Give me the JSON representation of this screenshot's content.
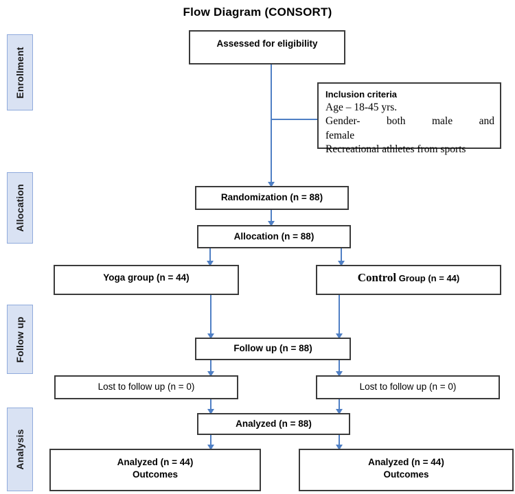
{
  "diagram": {
    "title": "Flow Diagram (CONSORT)",
    "phases": [
      {
        "label": "Enrollment"
      },
      {
        "label": "Allocation"
      },
      {
        "label": "Follow up"
      },
      {
        "label": "Analysis"
      }
    ],
    "nodes": {
      "assessed": "Assessed for eligibility",
      "randomization": "Randomization (n = 88)",
      "allocation": "Allocation (n = 88)",
      "yoga_group": "Yoga group (n = 44)",
      "control_group_strong": "Control",
      "control_group_rest": "Group (n = 44)",
      "follow_up": "Follow up (n = 88)",
      "lost_left": "Lost to follow up (n = 0)",
      "lost_right": "Lost to follow up (n = 0)",
      "analyzed_total": "Analyzed (n = 88)",
      "analyzed_left_line1": "Analyzed (n = 44)",
      "analyzed_left_line2": "Outcomes",
      "analyzed_right_line1": "Analyzed (n = 44)",
      "analyzed_right_line2": "Outcomes"
    },
    "inclusion_criteria": {
      "heading": "Inclusion criteria",
      "line1": "Age – 18-45 yrs.",
      "line2": "Gender- both male and",
      "line3": "female",
      "line4": "Recreational athletes from sports"
    },
    "colors": {
      "connector": "#4f7fc4",
      "box_border": "#3a3a3a",
      "phase_fill": "#d9e2f3",
      "phase_border": "#8faadc",
      "background": "#ffffff"
    }
  }
}
